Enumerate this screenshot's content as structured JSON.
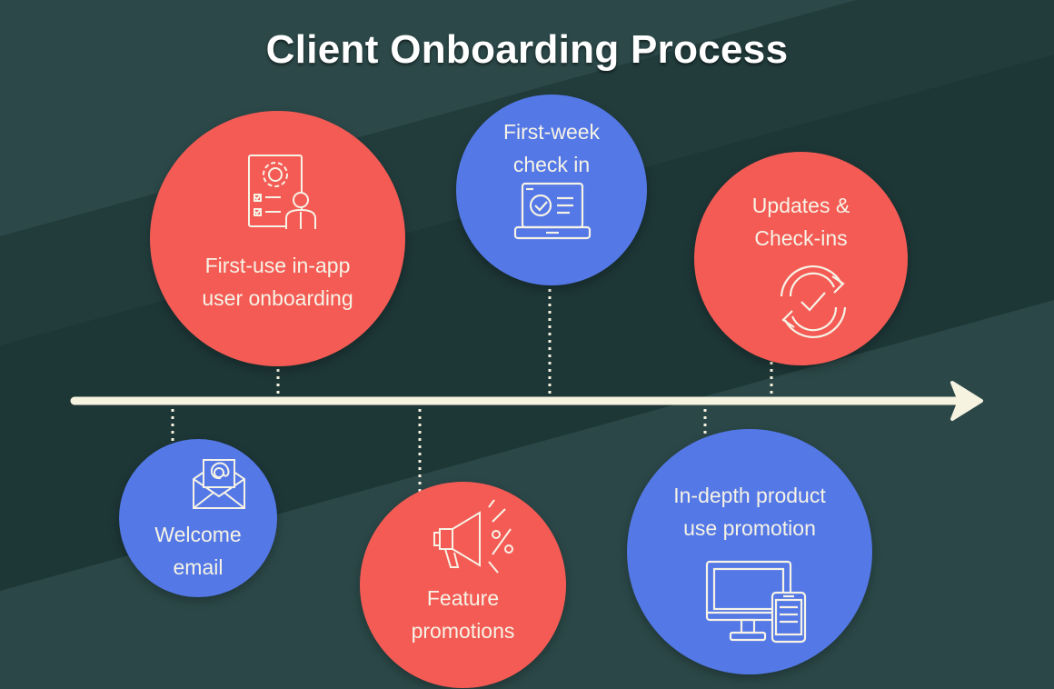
{
  "title": "Client Onboarding Process",
  "colors": {
    "background": "#1d3535",
    "background_band": "#2b4747",
    "red": "#f45b55",
    "blue": "#5478e6",
    "line": "#f6f3e0",
    "text": "#f6f3e6"
  },
  "steps": [
    {
      "label": [
        "Welcome",
        "email"
      ],
      "color": "blue",
      "icon": "envelope-icon",
      "side": "below"
    },
    {
      "label": [
        "First-use in-app",
        "user onboarding"
      ],
      "color": "red",
      "icon": "checklist-gear-user-icon",
      "side": "above"
    },
    {
      "label": [
        "Feature",
        "promotions"
      ],
      "color": "red",
      "icon": "megaphone-icon",
      "side": "below"
    },
    {
      "label": [
        "First-week",
        "check in"
      ],
      "color": "blue",
      "icon": "laptop-check-icon",
      "side": "above"
    },
    {
      "label": [
        "In-depth product",
        "use promotion"
      ],
      "color": "blue",
      "icon": "desktop-mobile-icon",
      "side": "below"
    },
    {
      "label": [
        "Updates &",
        "Check-ins"
      ],
      "color": "red",
      "icon": "refresh-check-icon",
      "side": "above"
    }
  ]
}
